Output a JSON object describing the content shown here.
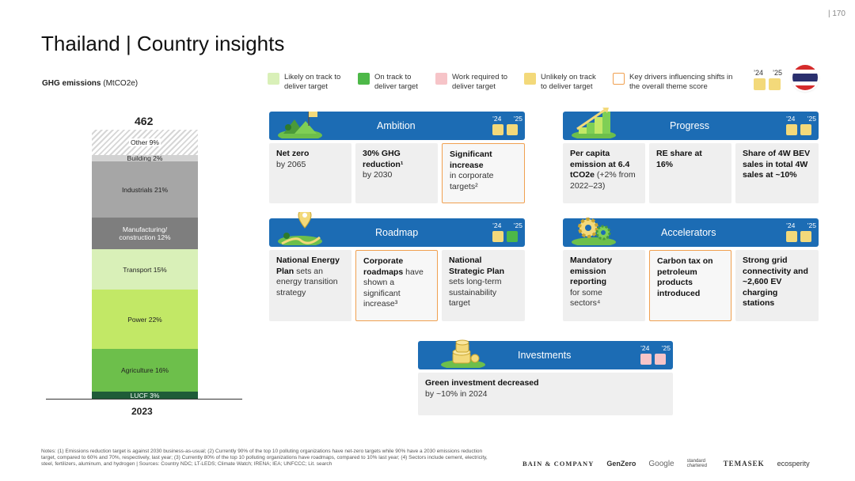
{
  "page_number": "| 170",
  "title": "Thailand | Country insights",
  "ghg": {
    "label_bold": "GHG emissions",
    "unit": "(MtCO2e)",
    "total": "462",
    "year": "2023"
  },
  "legend": [
    {
      "label": "Likely on track to deliver target",
      "color": "#d9f0b8"
    },
    {
      "label": "On track to deliver target",
      "color": "#4db848"
    },
    {
      "label": "Work required to deliver target",
      "color": "#f6c4c8"
    },
    {
      "label": "Unlikely on track to deliver target",
      "color": "#f3d97a"
    },
    {
      "label": "Key drivers influencing shifts in the overall theme score",
      "color": "#f0a050"
    }
  ],
  "year_legend": {
    "y1": "’24",
    "y2": "’25"
  },
  "segments": [
    {
      "label": "Other 9%",
      "value": 9,
      "color": "hatch"
    },
    {
      "label": "Building 2%",
      "value": 2,
      "color": "#d2d2d2"
    },
    {
      "label": "Industrials 21%",
      "value": 21,
      "color": "#a6a6a6"
    },
    {
      "label": "Manufacturing/ construction 12%",
      "value": 12,
      "color": "#7e7e7e"
    },
    {
      "label": "Transport 15%",
      "value": 15,
      "color": "#d9f0b8"
    },
    {
      "label": "Power 22%",
      "value": 22,
      "color": "#c2e866"
    },
    {
      "label": "Agriculture 16%",
      "value": 16,
      "color": "#6dbf4b"
    },
    {
      "label": "LUCF 3%",
      "value": 3,
      "color": "#1f5c38"
    }
  ],
  "themes": {
    "ambition": {
      "title": "Ambition",
      "y1": "’24",
      "y2": "’25",
      "c1": "#f3d97a",
      "c2": "#f3d97a",
      "cards": [
        {
          "b": "Net zero",
          "t": "by 2065"
        },
        {
          "b": "30% GHG reduction¹",
          "t": "by 2030"
        },
        {
          "b": "Significant increase",
          "t": "in corporate targets²"
        }
      ]
    },
    "progress": {
      "title": "Progress",
      "y1": "’24",
      "y2": "’25",
      "c1": "#f3d97a",
      "c2": "#f3d97a",
      "cards": [
        {
          "b": "Per capita emission at 6.4 tCO2e",
          "t": "(+2% from 2022–23)"
        },
        {
          "b": "RE share at 16%",
          "t": ""
        },
        {
          "b": "Share of 4W BEV sales in total 4W sales at ~10%",
          "t": ""
        }
      ]
    },
    "roadmap": {
      "title": "Roadmap",
      "y1": "’24",
      "y2": "’25",
      "c1": "#f3d97a",
      "c2": "#4db848",
      "cards": [
        {
          "b": "National Energy Plan",
          "t": "sets an energy transition strategy"
        },
        {
          "b": "Corporate roadmaps",
          "t": "have shown a significant increase³"
        },
        {
          "b": "National Strategic Plan",
          "t": "sets long-term sustainability target"
        }
      ]
    },
    "accelerators": {
      "title": "Accelerators",
      "y1": "’24",
      "y2": "’25",
      "c1": "#f3d97a",
      "c2": "#f3d97a",
      "cards": [
        {
          "b": "Mandatory emission reporting",
          "t": "for some sectors⁴"
        },
        {
          "b": "Carbon tax on petroleum products introduced",
          "t": ""
        },
        {
          "b": "Strong grid connectivity and ~2,600 EV charging stations",
          "t": ""
        }
      ]
    },
    "investments": {
      "title": "Investments",
      "y1": "’24",
      "y2": "’25",
      "c1": "#f6c4c8",
      "c2": "#f6c4c8",
      "cards": [
        {
          "b": "Green investment decreased",
          "t": "by ~10% in 2024"
        }
      ]
    }
  },
  "notes": "Notes: (1) Emissions reduction target is against 2030 business-as-usual; (2) Currently 90% of the top 10 polluting organizations have net-zero targets while 90% have a 2030 emissions reduction target, compared to 60% and 70%, respectively, last year; (3) Currently 80% of the top 10 polluting organizations have roadmaps, compared to 10% last year; (4) Sectors include cement, electricity, steel, fertilizers, aluminum, and hydrogen | Sources: Country NDC; LT-LEDS; Climate Watch; IRENA; IEA; UNFCCC; Lit. search",
  "logos": {
    "bain": "BAIN & COMPANY",
    "genzero": "GenZero",
    "google": "Google",
    "standard_chartered": "standard chartered",
    "temasek": "TEMASEK",
    "ecosperity": "ecosperity"
  }
}
